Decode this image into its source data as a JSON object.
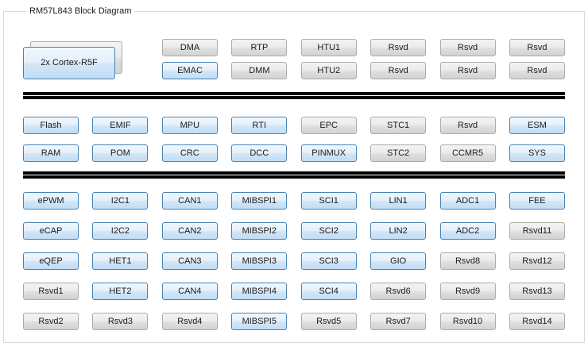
{
  "groupbox": {
    "title": "RM57L843 Block Diagram"
  },
  "cpu": {
    "label": "2x Cortex-R5F",
    "style": "blue"
  },
  "colors": {
    "highlight_border": "#4884b4",
    "highlight_fill": "#d2e6f7",
    "default_border": "#acacac",
    "default_fill": "#e0e0e0",
    "bus": "#000000"
  },
  "top_rows": [
    [
      {
        "label": "DMA",
        "style": "gray"
      },
      {
        "label": "RTP",
        "style": "gray"
      },
      {
        "label": "HTU1",
        "style": "gray"
      },
      {
        "label": "Rsvd",
        "style": "gray"
      },
      {
        "label": "Rsvd",
        "style": "gray"
      },
      {
        "label": "Rsvd",
        "style": "gray"
      }
    ],
    [
      {
        "label": "EMAC",
        "style": "blue"
      },
      {
        "label": "DMM",
        "style": "gray"
      },
      {
        "label": "HTU2",
        "style": "gray"
      },
      {
        "label": "Rsvd",
        "style": "gray"
      },
      {
        "label": "Rsvd",
        "style": "gray"
      },
      {
        "label": "Rsvd",
        "style": "gray"
      }
    ]
  ],
  "mid_rows": [
    [
      {
        "label": "Flash",
        "style": "blue"
      },
      {
        "label": "EMIF",
        "style": "blue"
      },
      {
        "label": "MPU",
        "style": "blue"
      },
      {
        "label": "RTI",
        "style": "blue"
      },
      {
        "label": "EPC",
        "style": "gray"
      },
      {
        "label": "STC1",
        "style": "gray"
      },
      {
        "label": "Rsvd",
        "style": "gray"
      },
      {
        "label": "ESM",
        "style": "blue"
      }
    ],
    [
      {
        "label": "RAM",
        "style": "blue"
      },
      {
        "label": "POM",
        "style": "blue"
      },
      {
        "label": "CRC",
        "style": "blue"
      },
      {
        "label": "DCC",
        "style": "blue"
      },
      {
        "label": "PINMUX",
        "style": "blue"
      },
      {
        "label": "STC2",
        "style": "gray"
      },
      {
        "label": "CCMR5",
        "style": "gray"
      },
      {
        "label": "SYS",
        "style": "blue"
      }
    ]
  ],
  "bottom_rows": [
    [
      {
        "label": "ePWM",
        "style": "blue"
      },
      {
        "label": "I2C1",
        "style": "blue"
      },
      {
        "label": "CAN1",
        "style": "blue"
      },
      {
        "label": "MIBSPI1",
        "style": "blue"
      },
      {
        "label": "SCI1",
        "style": "blue"
      },
      {
        "label": "LIN1",
        "style": "blue"
      },
      {
        "label": "ADC1",
        "style": "blue"
      },
      {
        "label": "FEE",
        "style": "blue"
      }
    ],
    [
      {
        "label": "eCAP",
        "style": "blue"
      },
      {
        "label": "I2C2",
        "style": "blue"
      },
      {
        "label": "CAN2",
        "style": "blue"
      },
      {
        "label": "MIBSPI2",
        "style": "blue"
      },
      {
        "label": "SCI2",
        "style": "blue"
      },
      {
        "label": "LIN2",
        "style": "blue"
      },
      {
        "label": "ADC2",
        "style": "blue"
      },
      {
        "label": "Rsvd11",
        "style": "gray"
      }
    ],
    [
      {
        "label": "eQEP",
        "style": "blue"
      },
      {
        "label": "HET1",
        "style": "blue"
      },
      {
        "label": "CAN3",
        "style": "blue"
      },
      {
        "label": "MIBSPI3",
        "style": "blue"
      },
      {
        "label": "SCI3",
        "style": "blue"
      },
      {
        "label": "GIO",
        "style": "blue"
      },
      {
        "label": "Rsvd8",
        "style": "gray"
      },
      {
        "label": "Rsvd12",
        "style": "gray"
      }
    ],
    [
      {
        "label": "Rsvd1",
        "style": "gray"
      },
      {
        "label": "HET2",
        "style": "blue"
      },
      {
        "label": "CAN4",
        "style": "blue"
      },
      {
        "label": "MIBSPI4",
        "style": "blue"
      },
      {
        "label": "SCI4",
        "style": "blue"
      },
      {
        "label": "Rsvd6",
        "style": "gray"
      },
      {
        "label": "Rsvd9",
        "style": "gray"
      },
      {
        "label": "Rsvd13",
        "style": "gray"
      }
    ],
    [
      {
        "label": "Rsvd2",
        "style": "gray"
      },
      {
        "label": "Rsvd3",
        "style": "gray"
      },
      {
        "label": "Rsvd4",
        "style": "gray"
      },
      {
        "label": "MIBSPI5",
        "style": "blue"
      },
      {
        "label": "Rsvd5",
        "style": "gray"
      },
      {
        "label": "Rsvd7",
        "style": "gray"
      },
      {
        "label": "Rsvd10",
        "style": "gray"
      },
      {
        "label": "Rsvd14",
        "style": "gray"
      }
    ]
  ]
}
